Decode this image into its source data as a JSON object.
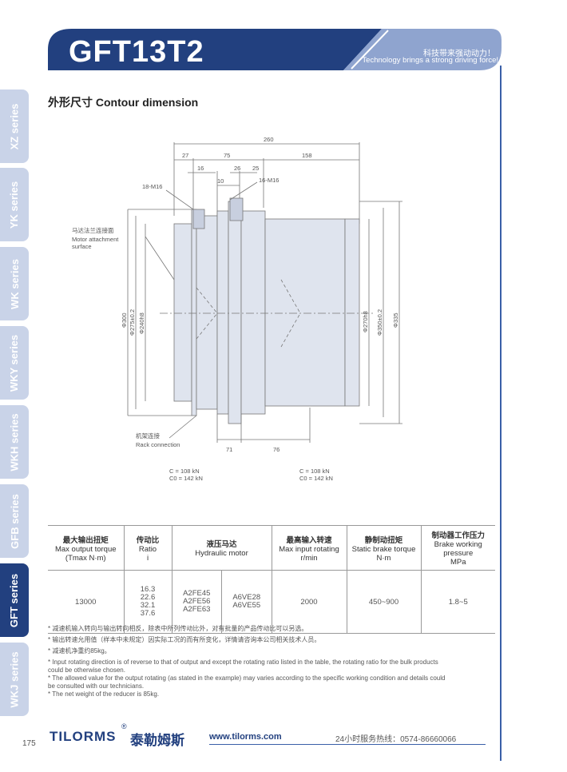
{
  "header": {
    "title": "GFT13T2",
    "slogan_cn": "科技带来强动动力！",
    "slogan_en": "Technology brings a strong driving force!"
  },
  "side_tabs": [
    {
      "label": "XZ series",
      "active": false
    },
    {
      "label": "YK series",
      "active": false
    },
    {
      "label": "WK series",
      "active": false
    },
    {
      "label": "WKY series",
      "active": false
    },
    {
      "label": "WKH series",
      "active": false
    },
    {
      "label": "GFB series",
      "active": false
    },
    {
      "label": "GFT series",
      "active": true
    },
    {
      "label": "WKJ series",
      "active": false
    }
  ],
  "section_title": "外形尺寸  Contour dimension",
  "drawing": {
    "dim_260": "260",
    "dim_27": "27",
    "dim_75": "75",
    "dim_158": "158",
    "dim_16": "16",
    "dim_26": "26",
    "dim_25": "25",
    "dim_10": "10",
    "thread_left": "18-M16",
    "thread_right": "16-M16",
    "motor_face_cn": "马达法兰连接面",
    "motor_face_en1": "Motor attachment",
    "motor_face_en2": "surface",
    "rack_cn": "机架连接",
    "rack_en": "Rack connection",
    "dia_300": "Φ300",
    "dia_275": "Φ275±0.2",
    "dia_240": "Φ240h8",
    "dia_270": "Φ270h8",
    "dia_350": "Φ350±0.2",
    "dia_335": "Φ335",
    "dim_71": "71",
    "dim_76": "76",
    "load_left_c": "C   = 108 kN",
    "load_left_c0": "C0 = 142 kN",
    "load_right_c": "C   = 108 kN",
    "load_right_c0": "C0 = 142 kN"
  },
  "table": {
    "headers": [
      {
        "cn": "最大输出扭矩",
        "en": "Max output torque",
        "unit": "(Tmax N·m)"
      },
      {
        "cn": "传动比",
        "en": "Ratio",
        "unit": "i"
      },
      {
        "cn": "液压马达",
        "en": "Hydraulic motor",
        "unit": ""
      },
      {
        "cn": "最高输入转速",
        "en": "Max input rotating",
        "unit": "r/min"
      },
      {
        "cn": "静制动扭矩",
        "en": "Static brake torque",
        "unit": "N·m"
      },
      {
        "cn": "制动器工作压力",
        "en": "Brake working pressure",
        "unit": "MPa"
      }
    ],
    "row": {
      "torque": "13000",
      "ratios": [
        "16.3",
        "22.6",
        "32.1",
        "37.6"
      ],
      "motors_a": [
        "A2FE45",
        "A2FE56",
        "A2FE63"
      ],
      "motors_b": [
        "A6VE28",
        "A6VE55"
      ],
      "speed": "2000",
      "brake_torque": "450~900",
      "brake_pressure": "1.8~5"
    }
  },
  "notes_cn": [
    "* 减速机输入转向与输出转向相反，除表中所列传动比外，对有批量的产品传动比可以另选。",
    "* 输出转速允用值（样本中未规定）因实际工况的而有所变化，详情请咨询本公司相关技术人员。",
    "* 减速机净重约85kg。"
  ],
  "notes_en": [
    "* Input rotating direction is of reverse to that of output and except the rotating ratio listed in the table, the rotating ratio for the bulk products",
    "   could be otherwise chosen.",
    "* The allowed value for the output rotating (as stated in the example) may varies according to the specific working condition and details could",
    "   be consulted with our technicians.",
    "* The net weight of the reducer is 85kg."
  ],
  "footer": {
    "page_number": "175",
    "logo": "TILORMS",
    "logo_cn": "泰勒姆斯",
    "registered": "®",
    "url": "www.tilorms.com",
    "hotline": "24小时服务热线：0574-86660066"
  },
  "colors": {
    "brand_blue": "#22407f",
    "tab_inactive": "#c9d3e8",
    "line_blue": "#3a5fa8"
  }
}
